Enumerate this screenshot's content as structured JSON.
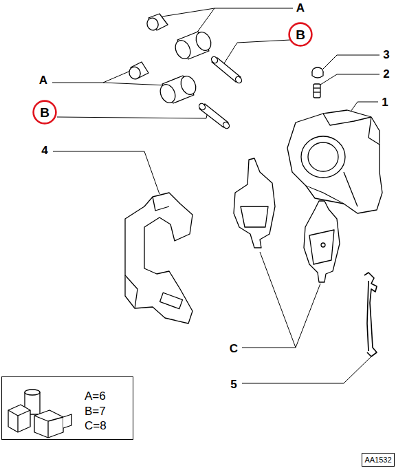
{
  "diagram": {
    "nodes": [
      {
        "text": [
          "B"
        ]
      },
      {
        "text": [
          "B"
        ]
      },
      {
        "text": [
          "A=6",
          "B=7",
          "C=8"
        ]
      },
      {
        "text": [
          "AA1532"
        ]
      }
    ],
    "labels": [
      "A",
      "3",
      "2",
      "A",
      "1",
      "4",
      "C",
      "5"
    ]
  }
}
